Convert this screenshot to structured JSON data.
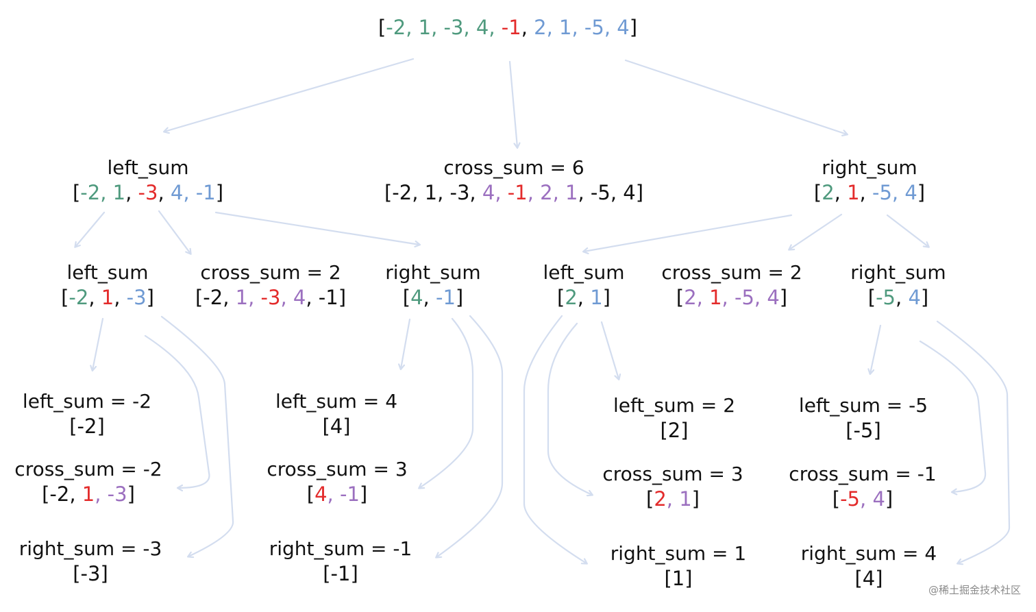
{
  "colors": {
    "default": "#111111",
    "green": "#4f9a7e",
    "red": "#e32b2b",
    "blue": "#6f9ad3",
    "purple": "#9b6fbf",
    "edge": "#d3ddef"
  },
  "nodes": {
    "root": {
      "tokens": [
        {
          "t": "[",
          "c": "default"
        },
        {
          "t": "-2, 1, -3, 4, ",
          "c": "green"
        },
        {
          "t": "-1",
          "c": "red"
        },
        {
          "t": ", ",
          "c": "default"
        },
        {
          "t": "2, 1, -5, 4",
          "c": "blue"
        },
        {
          "t": "]",
          "c": "default"
        }
      ]
    },
    "l1_left": {
      "label": "left_sum",
      "tokens": [
        {
          "t": "[",
          "c": "default"
        },
        {
          "t": "-2, 1",
          "c": "green"
        },
        {
          "t": ", ",
          "c": "default"
        },
        {
          "t": "-3",
          "c": "red"
        },
        {
          "t": ", ",
          "c": "default"
        },
        {
          "t": "4, -1",
          "c": "blue"
        },
        {
          "t": "]",
          "c": "default"
        }
      ]
    },
    "l1_cross": {
      "label": "cross_sum = 6",
      "tokens": [
        {
          "t": "[-2, 1, -3, ",
          "c": "default"
        },
        {
          "t": "4, ",
          "c": "purple"
        },
        {
          "t": "-1",
          "c": "red"
        },
        {
          "t": ", 2, 1",
          "c": "purple"
        },
        {
          "t": ", -5, 4]",
          "c": "default"
        }
      ]
    },
    "l1_right": {
      "label": "right_sum",
      "tokens": [
        {
          "t": "[",
          "c": "default"
        },
        {
          "t": "2",
          "c": "green"
        },
        {
          "t": ", ",
          "c": "default"
        },
        {
          "t": "1",
          "c": "red"
        },
        {
          "t": ", ",
          "c": "default"
        },
        {
          "t": "-5, 4",
          "c": "blue"
        },
        {
          "t": "]",
          "c": "default"
        }
      ]
    },
    "l2_ll": {
      "label": "left_sum",
      "tokens": [
        {
          "t": "[",
          "c": "default"
        },
        {
          "t": "-2",
          "c": "green"
        },
        {
          "t": ", ",
          "c": "default"
        },
        {
          "t": "1",
          "c": "red"
        },
        {
          "t": ", ",
          "c": "default"
        },
        {
          "t": "-3",
          "c": "blue"
        },
        {
          "t": "]",
          "c": "default"
        }
      ]
    },
    "l2_lc": {
      "label": "cross_sum = 2",
      "tokens": [
        {
          "t": "[-2, ",
          "c": "default"
        },
        {
          "t": "1, ",
          "c": "purple"
        },
        {
          "t": "-3",
          "c": "red"
        },
        {
          "t": ", 4",
          "c": "purple"
        },
        {
          "t": ", -1]",
          "c": "default"
        }
      ]
    },
    "l2_lr": {
      "label": "right_sum",
      "tokens": [
        {
          "t": "[",
          "c": "default"
        },
        {
          "t": "4",
          "c": "green"
        },
        {
          "t": ", ",
          "c": "default"
        },
        {
          "t": "-1",
          "c": "blue"
        },
        {
          "t": "]",
          "c": "default"
        }
      ]
    },
    "l2_rl": {
      "label": "left_sum",
      "tokens": [
        {
          "t": "[",
          "c": "default"
        },
        {
          "t": "2",
          "c": "green"
        },
        {
          "t": ", ",
          "c": "default"
        },
        {
          "t": "1",
          "c": "blue"
        },
        {
          "t": "]",
          "c": "default"
        }
      ]
    },
    "l2_rc": {
      "label": "cross_sum = 2",
      "tokens": [
        {
          "t": "[",
          "c": "default"
        },
        {
          "t": "2, ",
          "c": "purple"
        },
        {
          "t": "1",
          "c": "red"
        },
        {
          "t": ", -5, 4",
          "c": "purple"
        },
        {
          "t": "]",
          "c": "default"
        }
      ]
    },
    "l2_rr": {
      "label": "right_sum",
      "tokens": [
        {
          "t": "[",
          "c": "default"
        },
        {
          "t": "-5",
          "c": "green"
        },
        {
          "t": ", ",
          "c": "default"
        },
        {
          "t": "4",
          "c": "blue"
        },
        {
          "t": "]",
          "c": "default"
        }
      ]
    },
    "l3_a_left": {
      "label": "left_sum = -2",
      "tokens": [
        {
          "t": "[-2]",
          "c": "default"
        }
      ]
    },
    "l3_a_cross": {
      "label": "cross_sum = -2",
      "tokens": [
        {
          "t": "[-2, ",
          "c": "default"
        },
        {
          "t": "1",
          "c": "red"
        },
        {
          "t": ", -3",
          "c": "purple"
        },
        {
          "t": "]",
          "c": "default"
        }
      ]
    },
    "l3_a_right": {
      "label": "right_sum = -3",
      "tokens": [
        {
          "t": "[-3]",
          "c": "default"
        }
      ]
    },
    "l3_b_left": {
      "label": "left_sum = 4",
      "tokens": [
        {
          "t": "[4]",
          "c": "default"
        }
      ]
    },
    "l3_b_cross": {
      "label": "cross_sum = 3",
      "tokens": [
        {
          "t": "[",
          "c": "default"
        },
        {
          "t": "4",
          "c": "red"
        },
        {
          "t": ", -1",
          "c": "purple"
        },
        {
          "t": "]",
          "c": "default"
        }
      ]
    },
    "l3_b_right": {
      "label": "right_sum = -1",
      "tokens": [
        {
          "t": "[-1]",
          "c": "default"
        }
      ]
    },
    "l3_c_left": {
      "label": "left_sum = 2",
      "tokens": [
        {
          "t": "[2]",
          "c": "default"
        }
      ]
    },
    "l3_c_cross": {
      "label": "cross_sum = 3",
      "tokens": [
        {
          "t": "[",
          "c": "default"
        },
        {
          "t": "2",
          "c": "red"
        },
        {
          "t": ", 1",
          "c": "purple"
        },
        {
          "t": "]",
          "c": "default"
        }
      ]
    },
    "l3_c_right": {
      "label": "right_sum = 1",
      "tokens": [
        {
          "t": "[1]",
          "c": "default"
        }
      ]
    },
    "l3_d_left": {
      "label": "left_sum = -5",
      "tokens": [
        {
          "t": "[-5]",
          "c": "default"
        }
      ]
    },
    "l3_d_cross": {
      "label": "cross_sum = -1",
      "tokens": [
        {
          "t": "[",
          "c": "default"
        },
        {
          "t": "-5",
          "c": "red"
        },
        {
          "t": ", 4",
          "c": "purple"
        },
        {
          "t": "]",
          "c": "default"
        }
      ]
    },
    "l3_d_right": {
      "label": "right_sum = 4",
      "tokens": [
        {
          "t": "[4]",
          "c": "default"
        }
      ]
    }
  },
  "watermark": "@稀土掘金技术社区"
}
